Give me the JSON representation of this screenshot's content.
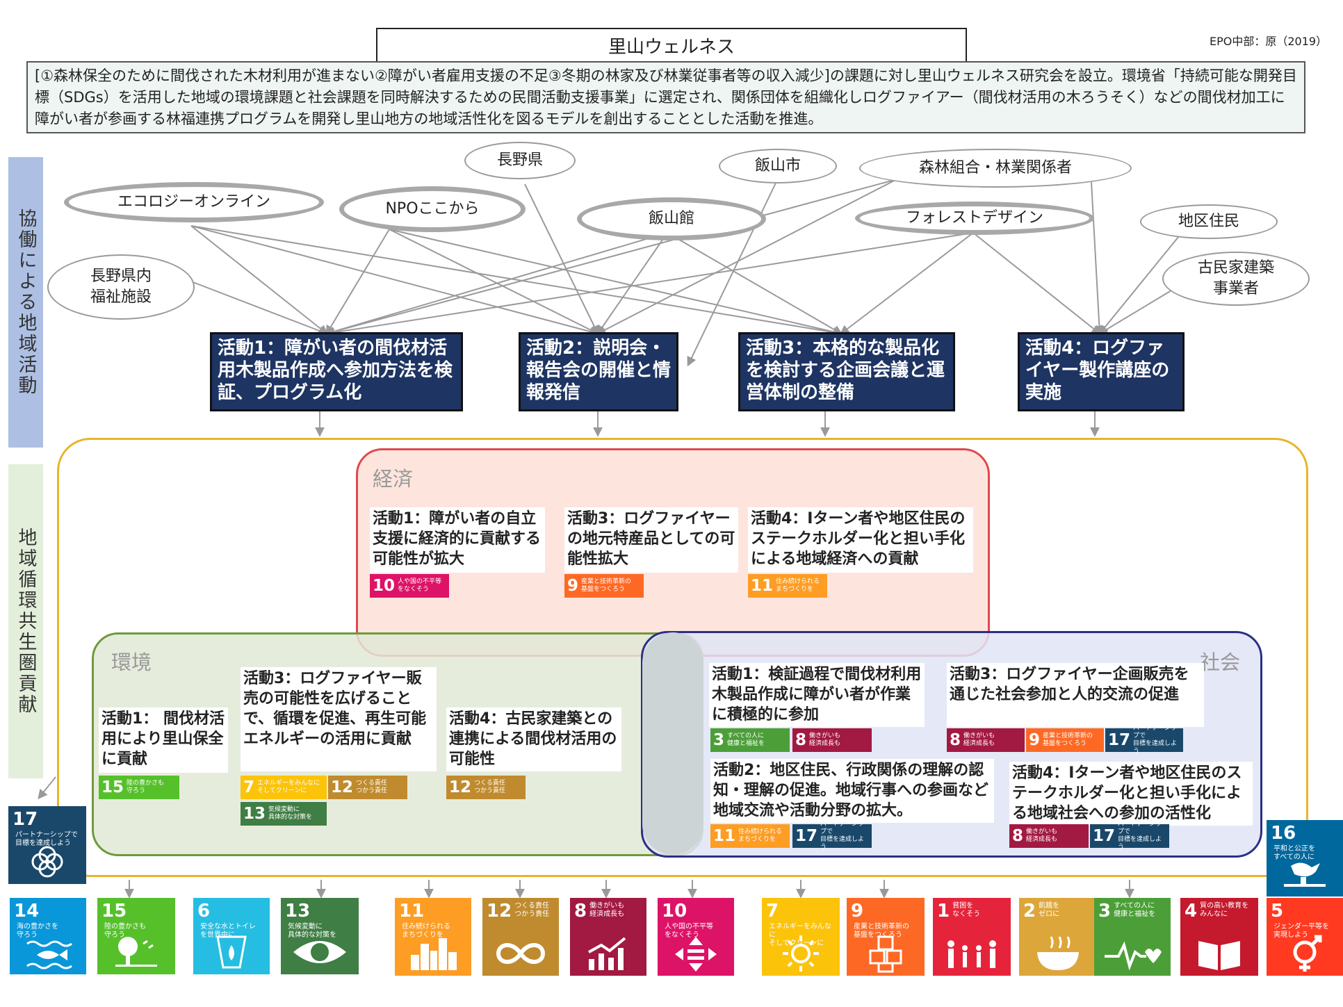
{
  "title": "里山ウェルネス",
  "credit": "EPO中部：原（2019）",
  "summary": "[①森林保全のために間伐された木材利用が進まない②障がい者雇用支援の不足③冬期の林家及び林業従事者等の収入減少]の課題に対し里山ウェルネス研究会を設立。環境省「持続可能な開発目標（SDGs）を活用した地域の環境課題と社会課題を同時解決するための民間活動支援事業」に選定され、関係団体を組織化しログファイアー（間伐材活用の木ろうそく）などの間伐材加工に障がい者が参画する林福連携プログラムを開発し里山地方の地域活性化を図るモデルを創出することとした活動を推進。",
  "bands": {
    "collab": "協働による地域活動",
    "contrib": "地域循環共生圏貢献"
  },
  "stakeholders": {
    "nagano_pref": "長野県",
    "iiyama_city": "飯山市",
    "forest_union": "森林組合・林業関係者",
    "ecology_online": "エコロジーオンライン",
    "npo_kokokara": "NPOここから",
    "iiyamakan": "飯山館",
    "forest_design": "フォレストデザイン",
    "residents": "地区住民",
    "welfare": "長野県内\n福祉施設",
    "kominka": "古民家建築\n事業者"
  },
  "activities": [
    "活動1：障がい者の間伐材活用木製品作成へ参加方法を検証、プログラム化",
    "活動2：説明会・報告会の開催と情報発信",
    "活動3：本格的な製品化を検討する企画会議と運営体制の整備",
    "活動4：ログファイヤー製作講座の実施"
  ],
  "groups": {
    "economy": "経済",
    "environment": "環境",
    "society": "社会"
  },
  "economy_items": [
    "活動1：障がい者の自立支援に経済的に貢献する可能性が拡大",
    "活動3：ログファイヤーの地元特産品としての可能性拡大",
    "活動4：Iターン者や地区住民のステークホルダー化と担い手化による地域経済への貢献"
  ],
  "environment_items": [
    "活動1： 間伐材活用により里山保全に貢献",
    "活動3：ログファイヤー販売の可能性を広げることで、循環を促進、再生可能エネルギーの活用に貢献",
    "活動4：古民家建築との連携による間伐材活用の可能性"
  ],
  "society_items": [
    "活動1：検証過程で間伐材利用木製品作成に障がい者が作業に積極的に参加",
    "活動3：ログファイヤー企画販売を通じた社会参加と人的交流の促進",
    "活動2：地区住民、行政関係の理解の認知・理解の促進。地域行事への参画など地域交流や活動分野の拡大。",
    "活動4：Iターン者や地区住民のステークホルダー化と担い手化による地域社会への参加の活性化"
  ],
  "sdg": {
    "1": {
      "num": "1",
      "text": "貧困を\nなくそう",
      "color": "#e5243b",
      "icon": "family-icon"
    },
    "2": {
      "num": "2",
      "text": "飢餓を\nゼロに",
      "color": "#dda63a",
      "icon": "bowl-icon"
    },
    "3": {
      "num": "3",
      "text": "すべての人に\n健康と福祉を",
      "color": "#4c9f38",
      "icon": "heartbeat-icon"
    },
    "4": {
      "num": "4",
      "text": "質の高い教育を\nみんなに",
      "color": "#c5192d",
      "icon": "book-icon"
    },
    "5": {
      "num": "5",
      "text": "ジェンダー平等を\n実現しよう",
      "color": "#ff3a21",
      "icon": "gender-icon"
    },
    "6": {
      "num": "6",
      "text": "安全な水とトイレ\nを世界中に",
      "color": "#26bde2",
      "icon": "water-drop-icon"
    },
    "7": {
      "num": "7",
      "text": "エネルギーをみんなに\nそしてクリーンに",
      "color": "#fcc30b",
      "icon": "sun-icon"
    },
    "8": {
      "num": "8",
      "text": "働きがいも\n経済成長も",
      "color": "#a21942",
      "icon": "growth-chart-icon"
    },
    "9": {
      "num": "9",
      "text": "産業と技術革新の\n基盤をつくろう",
      "color": "#fd6925",
      "icon": "cubes-icon"
    },
    "10": {
      "num": "10",
      "text": "人や国の不平等\nをなくそう",
      "color": "#dd1367",
      "icon": "equality-icon"
    },
    "11": {
      "num": "11",
      "text": "住み続けられる\nまちづくりを",
      "color": "#fd9d24",
      "icon": "city-icon"
    },
    "12": {
      "num": "12",
      "text": "つくる責任\nつかう責任",
      "color": "#bf8b2e",
      "icon": "infinity-icon"
    },
    "13": {
      "num": "13",
      "text": "気候変動に\n具体的な対策を",
      "color": "#3f7e44",
      "icon": "earth-eye-icon"
    },
    "14": {
      "num": "14",
      "text": "海の豊かさを\n守ろう",
      "color": "#0a97d9",
      "icon": "fish-icon"
    },
    "15": {
      "num": "15",
      "text": "陸の豊かさも\n守ろう",
      "color": "#56c02b",
      "icon": "tree-icon"
    },
    "16": {
      "num": "16",
      "text": "平和と公正を\nすべての人に",
      "color": "#00689d",
      "icon": "dove-icon"
    },
    "17": {
      "num": "17",
      "text": "パートナーシップで\n目標を達成しよう",
      "color": "#19486a",
      "icon": "rings-icon"
    }
  }
}
